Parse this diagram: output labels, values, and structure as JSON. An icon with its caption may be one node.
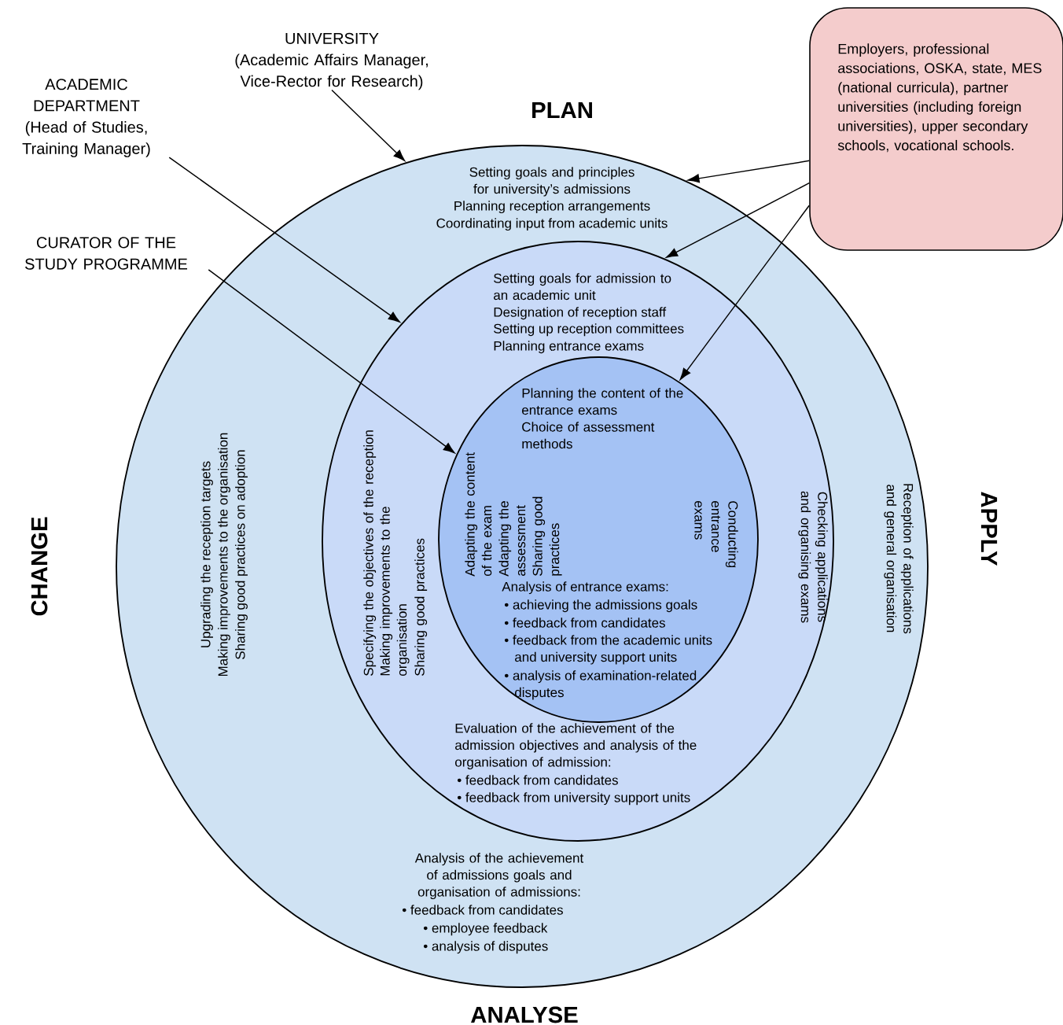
{
  "diagram": {
    "nodes": [
      {
        "text": [
          "Setting goals and principles for university’s admissions",
          "Planning reception arrangements",
          "Coordinating input from academic units",
          "Upgrading the reception targets",
          "Making improvements to the organisation",
          "Sharing good practices on adoption",
          "Reception of applications and general organisation",
          "Analysis of the achievement of admissions goals and organisation of admissions:",
          "• feedback from candidates",
          "• employee feedback",
          "• analysis of disputes"
        ]
      },
      {
        "text": [
          "Setting goals for admission to an academic unit",
          "Designation of reception staff",
          "Setting up reception committees",
          "Planning entrance exams",
          "Specifying the objectives of the reception",
          "Making improvements to the organisation",
          "Sharing good practices",
          "Checking applications and organising exams",
          "Evaluation of the achievement of the admission objectives and analysis of the organisation of admission:",
          "• feedback from candidates",
          "• feedback from university support units"
        ],
        "in": 0
      },
      {
        "text": [
          "Planning the content of the entrance exams",
          "Choice of assessment methods",
          "Adapting the content of the exam",
          "Adapting the assessment",
          "Sharing good practices",
          "Conducting entrance exams",
          "Analysis of entrance exams:",
          "• achieving the admissions goals",
          "• feedback from candidates",
          "• feedback from the academic units and university support units",
          "• analysis of examination-related disputes"
        ],
        "in": 1
      },
      {
        "text": [
          "UNIVERSITY",
          "(Academic Affairs Manager, Vice-Rector for Research)"
        ]
      },
      {
        "text": [
          "ACADEMIC DEPARTMENT",
          "(Head of Studies, Training Manager)"
        ]
      },
      {
        "text": [
          "CURATOR OF THE STUDY PROGRAMME"
        ]
      },
      {
        "text": [
          "Employers, professional associations, OSKA, state, MES (national curricula), partner universities (including foreign universities), upper secondary schools, vocational schools."
        ]
      }
    ],
    "edges": [
      {
        "from": 3,
        "to": 0,
        "arrow": "to"
      },
      {
        "from": 4,
        "to": 1,
        "arrow": "to"
      },
      {
        "from": 5,
        "to": 2,
        "arrow": "to"
      },
      {
        "from": 6,
        "to": 0,
        "arrow": "to"
      },
      {
        "from": 6,
        "to": 1,
        "arrow": "to"
      },
      {
        "from": 6,
        "to": 2,
        "arrow": "to"
      }
    ],
    "labels": [
      "PLAN",
      "CHANGE",
      "APPLY",
      "ANALYSE"
    ]
  }
}
